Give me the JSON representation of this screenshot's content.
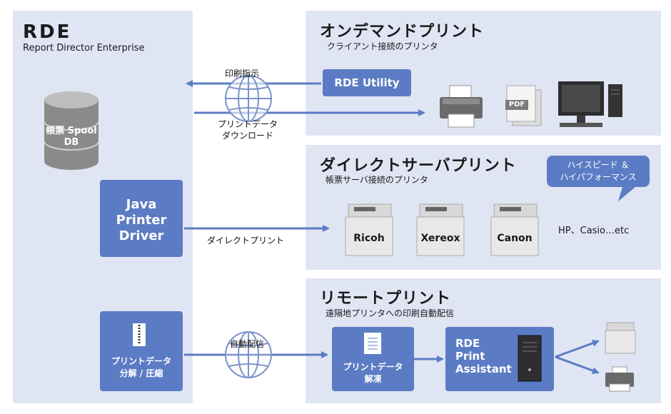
{
  "rde": {
    "title": "RDE",
    "subtitle": "Report Director Enterprise",
    "db_label_line1": "帳票 Spool",
    "db_label_line2": "DB",
    "java_driver": [
      "Java",
      "Printer",
      "Driver"
    ],
    "split_line1": "プリントデータ",
    "split_line2": "分解 / 圧縮"
  },
  "on_demand": {
    "title": "オンデマンドプリント",
    "subtitle": "クライアント接続のプリンタ",
    "utility_button": "RDE Utility",
    "pdf_label": "PDF"
  },
  "direct": {
    "title": "ダイレクトサーバプリント",
    "subtitle": "帳票サーバ接続のプリンタ",
    "bubble_line1": "ハイスピード ＆",
    "bubble_line2": "ハイパフォーマンス",
    "printers": [
      "Ricoh",
      "Xereox",
      "Canon"
    ],
    "others": "HP、Casio…etc"
  },
  "remote": {
    "title": "リモートプリント",
    "subtitle": "遠隔地プリンタへの印刷自動配信",
    "decompress_line1": "プリントデータ",
    "decompress_line2": "解凍",
    "assistant": [
      "RDE",
      "Print",
      "Assistant"
    ]
  },
  "arrows": {
    "print_instruction": "印刷指示",
    "download_line1": "プリントデータ",
    "download_line2": "ダウンロード",
    "direct_print": "ダイレクトプリント",
    "auto_delivery": "自動配信"
  },
  "colors": {
    "panel": "#dfe5f3",
    "accent": "#5b7cc4",
    "arrow": "#5b7cc4"
  }
}
